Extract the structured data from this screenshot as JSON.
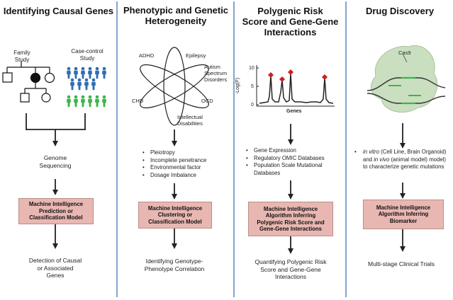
{
  "columns": [
    {
      "title": "Identifying Causal Genes",
      "family_study": "Family\nStudy",
      "case_control_study": "Case-control\nStudy",
      "step": "Genome\nSequencing",
      "mi_box": "Machine Intelligence\nPrediction or\nClassification Model",
      "outcome": "Detection of Causal\nor Associated\nGenes"
    },
    {
      "title": "Phenotypic and Genetic\nHeterogeneity",
      "disorders": [
        "ADHD",
        "Epilepsy",
        "Autism\nSpectrum\nDisorders",
        "CHD",
        "OCD",
        "Intellectual\nDisabilities"
      ],
      "bullets": [
        "Pleiotropy",
        "Incomplete penetrance",
        "Environmental factor",
        "Dosage Imbalance"
      ],
      "mi_box": "Machine Intelligence\nClustering or\nClassification Model",
      "outcome": "Identifying Genotype-\nPhenotype Correlation"
    },
    {
      "title": "Polygenic Risk\nScore and Gene-Gene\nInteractions",
      "plot": {
        "ylabel": "-Log(P)",
        "xlabel": "Genes",
        "ticks": [
          "10",
          "5",
          "0"
        ]
      },
      "bullets": [
        "Gene Expression",
        "Regulatory OMIC Databases",
        "Population Scale Mutational\nDatabases"
      ],
      "mi_box": "Machine Intelligence\nAlgorithm Inferring\nPolygenic Risk Score and\nGene-Gene Interactions",
      "outcome": "Quantifying Polygenic Risk\nScore and Gene-Gene\nInteractions"
    },
    {
      "title": "Drug Discovery",
      "cas9_label": "Cas9",
      "bullet_italic1": "in vitro",
      "bullet_text1": " (Cell Line, Brain Organoid) and ",
      "bullet_italic2": "in vivo",
      "bullet_text2": " (animal model) model) to characterize genetic mutations",
      "mi_box": "Machine Intelligence\nAlgorithm Inferring\nBiomarker",
      "outcome": "Multi-stage Clinical Trials"
    }
  ],
  "colors": {
    "mi_box": "#e9b7b2",
    "divider": "#5b86c2",
    "blue_people": "#2e6db3",
    "green_people": "#3bb54a",
    "peak_marker": "#cc1f1f",
    "cell": "#c9dfc0"
  }
}
